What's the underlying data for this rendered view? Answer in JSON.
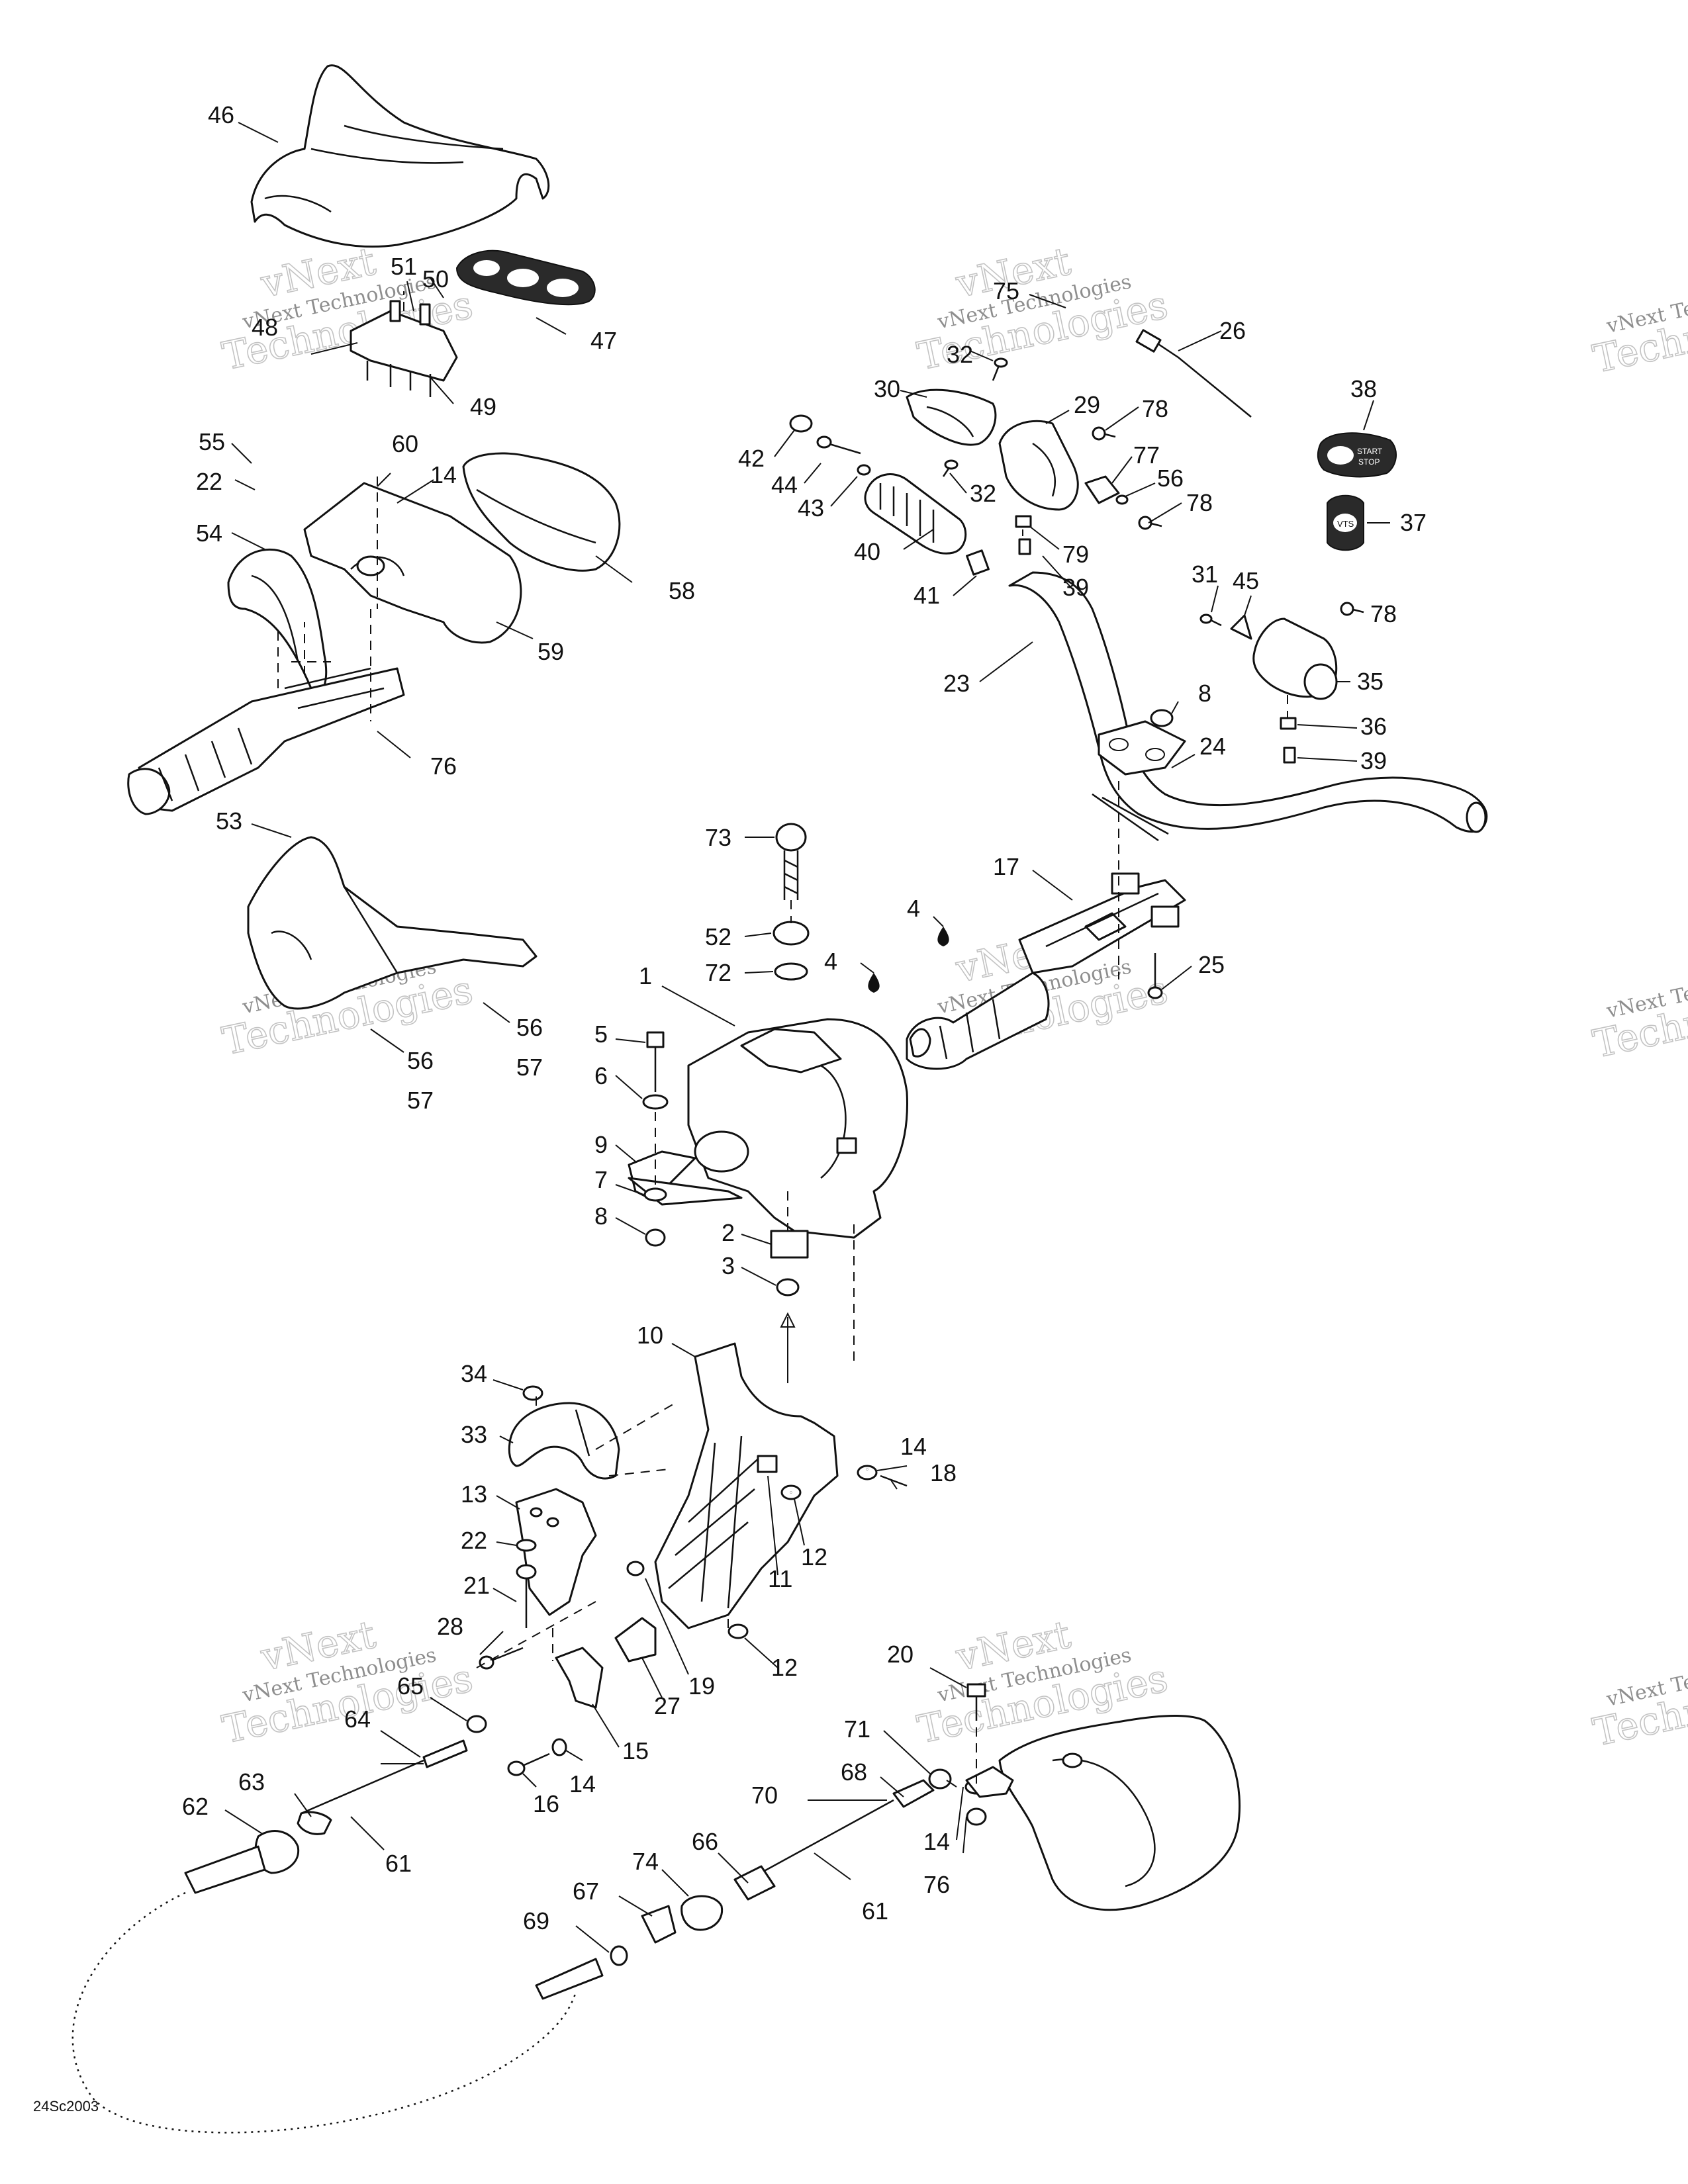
{
  "diagram": {
    "drawing_code": "24Sc2003",
    "watermark": {
      "line1": "vNext Technologies",
      "line2": "Technologies",
      "brand": "vNext"
    },
    "callouts": [
      "46",
      "51",
      "50",
      "48",
      "47",
      "49",
      "55",
      "60",
      "14",
      "22",
      "54",
      "58",
      "59",
      "76",
      "53",
      "56",
      "57",
      "75",
      "26",
      "32",
      "30",
      "29",
      "78",
      "42",
      "44",
      "43",
      "77",
      "40",
      "79",
      "39",
      "41",
      "38",
      "37",
      "31",
      "45",
      "35",
      "36",
      "23",
      "8",
      "24",
      "73",
      "17",
      "4",
      "52",
      "72",
      "25",
      "1",
      "5",
      "6",
      "9",
      "7",
      "2",
      "3",
      "10",
      "34",
      "33",
      "18",
      "13",
      "11",
      "12",
      "21",
      "28",
      "19",
      "27",
      "65",
      "15",
      "64",
      "16",
      "20",
      "71",
      "68",
      "70",
      "63",
      "62",
      "61",
      "66",
      "74",
      "67",
      "69"
    ],
    "button_labels": {
      "start": "START",
      "stop": "STOP",
      "vts": "VTS"
    }
  }
}
